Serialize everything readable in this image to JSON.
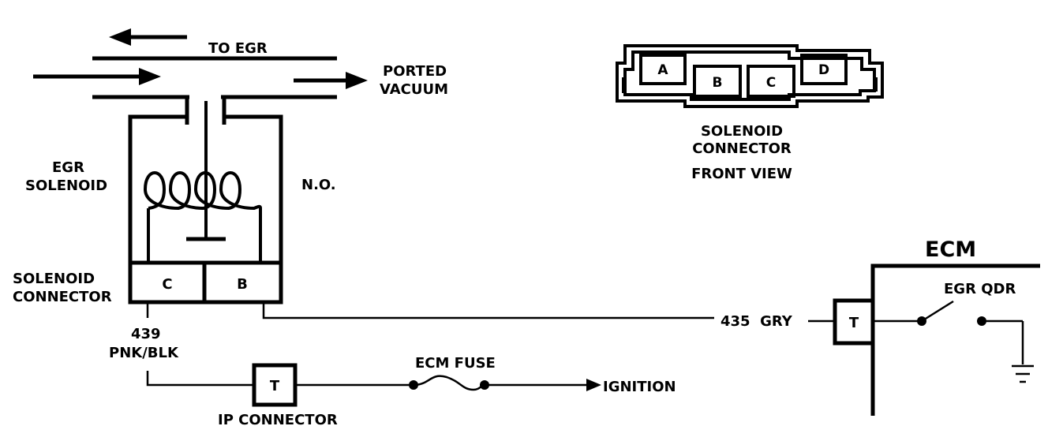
{
  "vacuum": {
    "to_egr": "TO EGR",
    "ported_line1": "PORTED",
    "ported_line2": "VACUUM"
  },
  "solenoid": {
    "label_line1": "EGR",
    "label_line2": "SOLENOID",
    "normally_open": "N.O.",
    "connector_label_line1": "SOLENOID",
    "connector_label_line2": "CONNECTOR",
    "pin_c": "C",
    "pin_b": "B"
  },
  "front_view": {
    "pin_a": "A",
    "pin_b": "B",
    "pin_c": "C",
    "pin_d": "D",
    "label_line1": "SOLENOID",
    "label_line2": "CONNECTOR",
    "label_line3": "FRONT VIEW"
  },
  "wiring": {
    "wire_439_number": "439",
    "wire_439_color": "PNK/BLK",
    "wire_435": "435  GRY",
    "ip_connector_terminal": "T",
    "ip_connector_label": "IP  CONNECTOR",
    "ecm_fuse": "ECM FUSE",
    "ignition": "IGNITION"
  },
  "ecm": {
    "title": "ECM",
    "terminal": "T",
    "driver": "EGR QDR"
  }
}
